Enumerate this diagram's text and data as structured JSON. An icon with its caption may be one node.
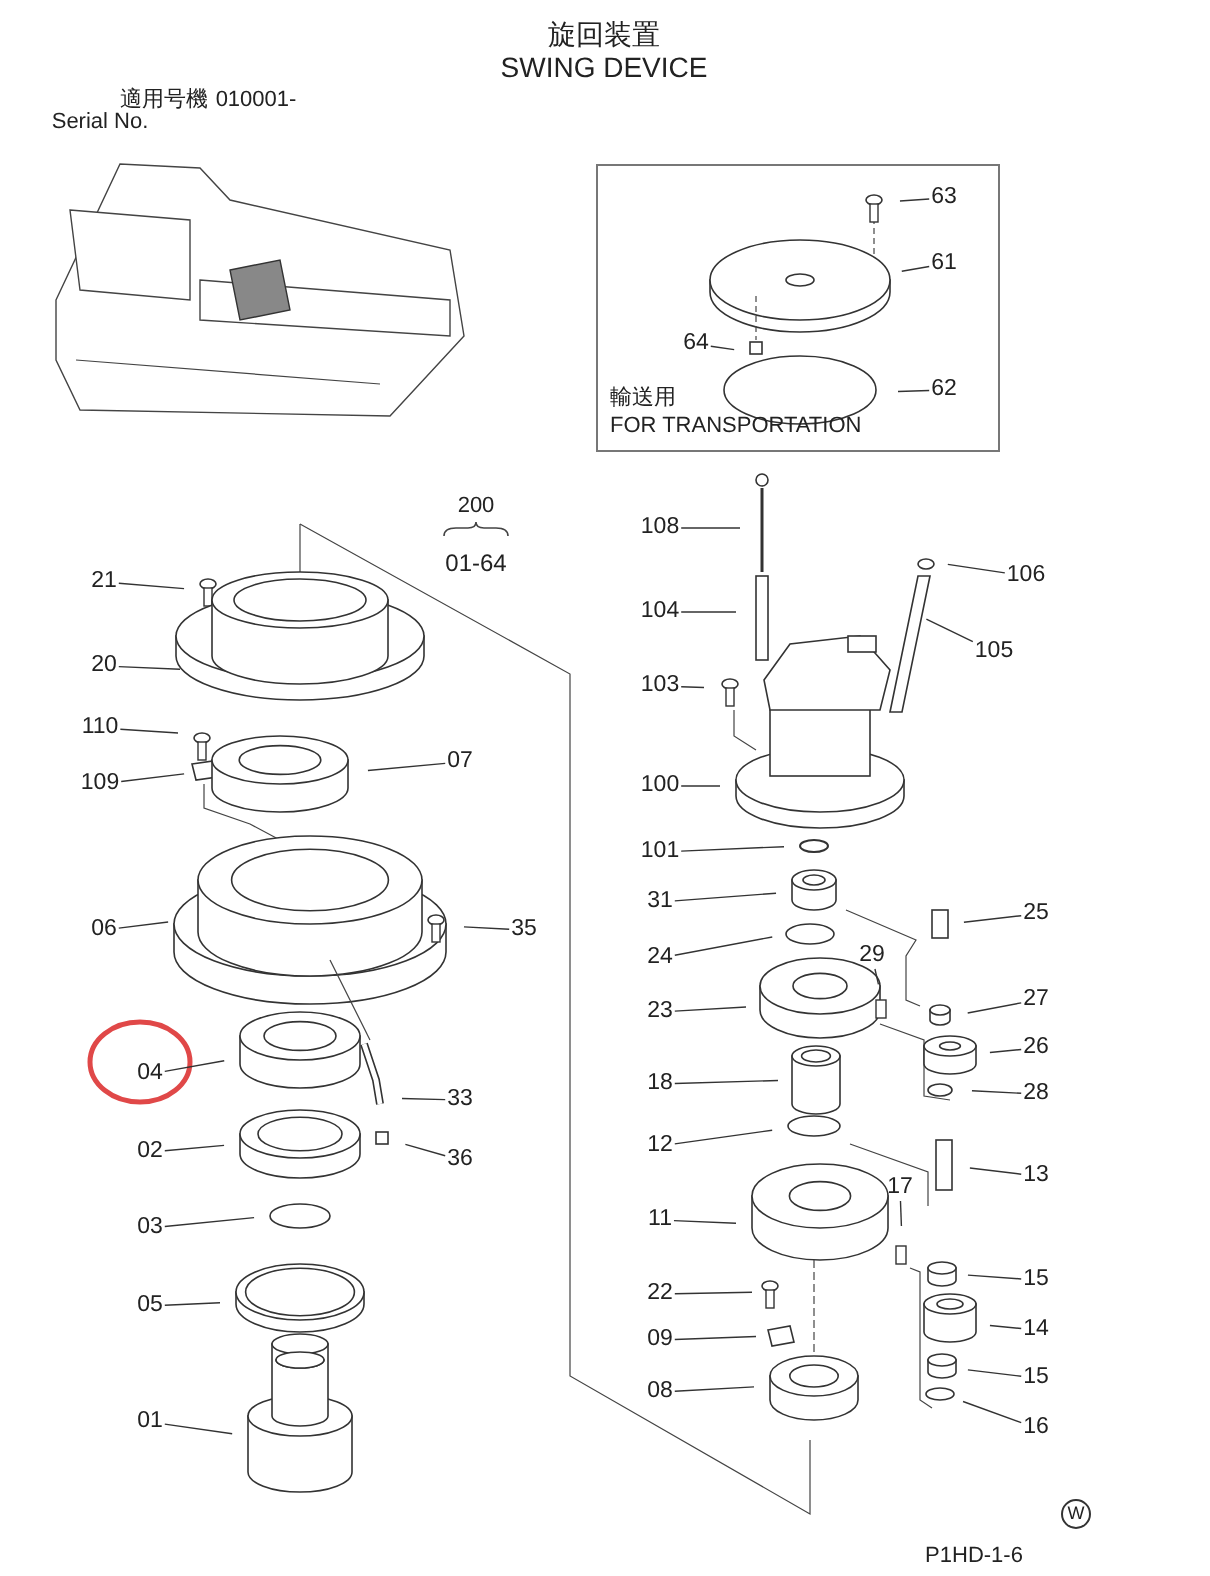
{
  "diagram": {
    "title": "旋回装置",
    "nodes": [
      {
        "text": [
          "輸送用",
          "FOR TRANSPORTATION"
        ]
      },
      {
        "text": [
          "63"
        ],
        "in": 0
      },
      {
        "text": [
          "61"
        ],
        "in": 0
      },
      {
        "text": [
          "64"
        ],
        "in": 0
      },
      {
        "text": [
          "62"
        ],
        "in": 0
      },
      {
        "text": [
          "21"
        ]
      },
      {
        "text": [
          "108"
        ]
      },
      {
        "text": [
          "106"
        ]
      },
      {
        "text": [
          "20"
        ]
      },
      {
        "text": [
          "104"
        ]
      },
      {
        "text": [
          "105"
        ]
      },
      {
        "text": [
          "103"
        ]
      },
      {
        "text": [
          "110"
        ]
      },
      {
        "text": [
          "07"
        ]
      },
      {
        "text": [
          "109"
        ]
      },
      {
        "text": [
          "100"
        ]
      },
      {
        "text": [
          "101"
        ]
      },
      {
        "text": [
          "31"
        ]
      },
      {
        "text": [
          "25"
        ]
      },
      {
        "text": [
          "06"
        ]
      },
      {
        "text": [
          "35"
        ]
      },
      {
        "text": [
          "24"
        ]
      },
      {
        "text": [
          "29"
        ]
      },
      {
        "text": [
          "27"
        ]
      },
      {
        "text": [
          "23"
        ]
      },
      {
        "text": [
          "26"
        ]
      },
      {
        "text": [
          "04"
        ]
      },
      {
        "text": [
          "18"
        ]
      },
      {
        "text": [
          "28"
        ]
      },
      {
        "text": [
          "33"
        ]
      },
      {
        "text": [
          "12"
        ]
      },
      {
        "text": [
          "02"
        ]
      },
      {
        "text": [
          "36"
        ]
      },
      {
        "text": [
          "13"
        ]
      },
      {
        "text": [
          "17"
        ]
      },
      {
        "text": [
          "11"
        ]
      },
      {
        "text": [
          "03"
        ]
      },
      {
        "text": [
          "15"
        ]
      },
      {
        "text": [
          "22"
        ]
      },
      {
        "text": [
          "05"
        ]
      },
      {
        "text": [
          "14"
        ]
      },
      {
        "text": [
          "09"
        ]
      },
      {
        "text": [
          "15"
        ]
      },
      {
        "text": [
          "08"
        ]
      },
      {
        "text": [
          "01"
        ]
      },
      {
        "text": [
          "16"
        ]
      }
    ],
    "edges": [
      {
        "from": 1,
        "to": null,
        "arrow": "none"
      },
      {
        "from": 2,
        "to": null,
        "arrow": "none"
      },
      {
        "from": 3,
        "to": null,
        "arrow": "none"
      },
      {
        "from": 4,
        "to": null,
        "arrow": "none"
      },
      {
        "from": 5,
        "to": null,
        "arrow": "none"
      },
      {
        "from": 6,
        "to": null,
        "arrow": "none"
      },
      {
        "from": 7,
        "to": null,
        "arrow": "none"
      },
      {
        "from": 8,
        "to": null,
        "arrow": "none"
      },
      {
        "from": 9,
        "to": null,
        "arrow": "none"
      },
      {
        "from": 10,
        "to": null,
        "arrow": "none"
      },
      {
        "from": 11,
        "to": null,
        "arrow": "none"
      },
      {
        "from": 12,
        "to": null,
        "arrow": "none"
      },
      {
        "from": 13,
        "to": null,
        "arrow": "none"
      },
      {
        "from": 14,
        "to": null,
        "arrow": "none"
      },
      {
        "from": 15,
        "to": null,
        "arrow": "none"
      },
      {
        "from": 16,
        "to": null,
        "arrow": "none"
      },
      {
        "from": 17,
        "to": null,
        "arrow": "none"
      },
      {
        "from": 18,
        "to": null,
        "arrow": "none"
      },
      {
        "from": 19,
        "to": null,
        "arrow": "none"
      },
      {
        "from": 20,
        "to": null,
        "arrow": "none"
      },
      {
        "from": 21,
        "to": null,
        "arrow": "none"
      },
      {
        "from": 22,
        "to": null,
        "arrow": "none"
      },
      {
        "from": 23,
        "to": null,
        "arrow": "none"
      },
      {
        "from": 24,
        "to": null,
        "arrow": "none"
      },
      {
        "from": 25,
        "to": null,
        "arrow": "none"
      },
      {
        "from": 26,
        "to": null,
        "arrow": "none"
      },
      {
        "from": 27,
        "to": null,
        "arrow": "none"
      },
      {
        "from": 28,
        "to": null,
        "arrow": "none"
      },
      {
        "from": 29,
        "to": null,
        "arrow": "none"
      },
      {
        "from": 30,
        "to": null,
        "arrow": "none"
      },
      {
        "from": 31,
        "to": null,
        "arrow": "none"
      },
      {
        "from": 32,
        "to": null,
        "arrow": "none"
      },
      {
        "from": 33,
        "to": null,
        "arrow": "none"
      },
      {
        "from": 34,
        "to": null,
        "arrow": "none"
      },
      {
        "from": 35,
        "to": null,
        "arrow": "none"
      },
      {
        "from": 36,
        "to": null,
        "arrow": "none"
      },
      {
        "from": 37,
        "to": null,
        "arrow": "none"
      },
      {
        "from": 38,
        "to": null,
        "arrow": "none"
      },
      {
        "from": 39,
        "to": null,
        "arrow": "none"
      },
      {
        "from": 40,
        "to": null,
        "arrow": "none"
      },
      {
        "from": 41,
        "to": null,
        "arrow": "none"
      },
      {
        "from": 42,
        "to": null,
        "arrow": "none"
      },
      {
        "from": 43,
        "to": null,
        "arrow": "none"
      },
      {
        "from": 44,
        "to": null,
        "arrow": "none"
      },
      {
        "from": 45,
        "to": null,
        "arrow": "none"
      }
    ],
    "labels": [
      "SWING DEVICE",
      "適用号機",
      "010001-",
      "Serial No.",
      "200",
      "01-64",
      "W",
      "P1HD-1-6"
    ]
  }
}
